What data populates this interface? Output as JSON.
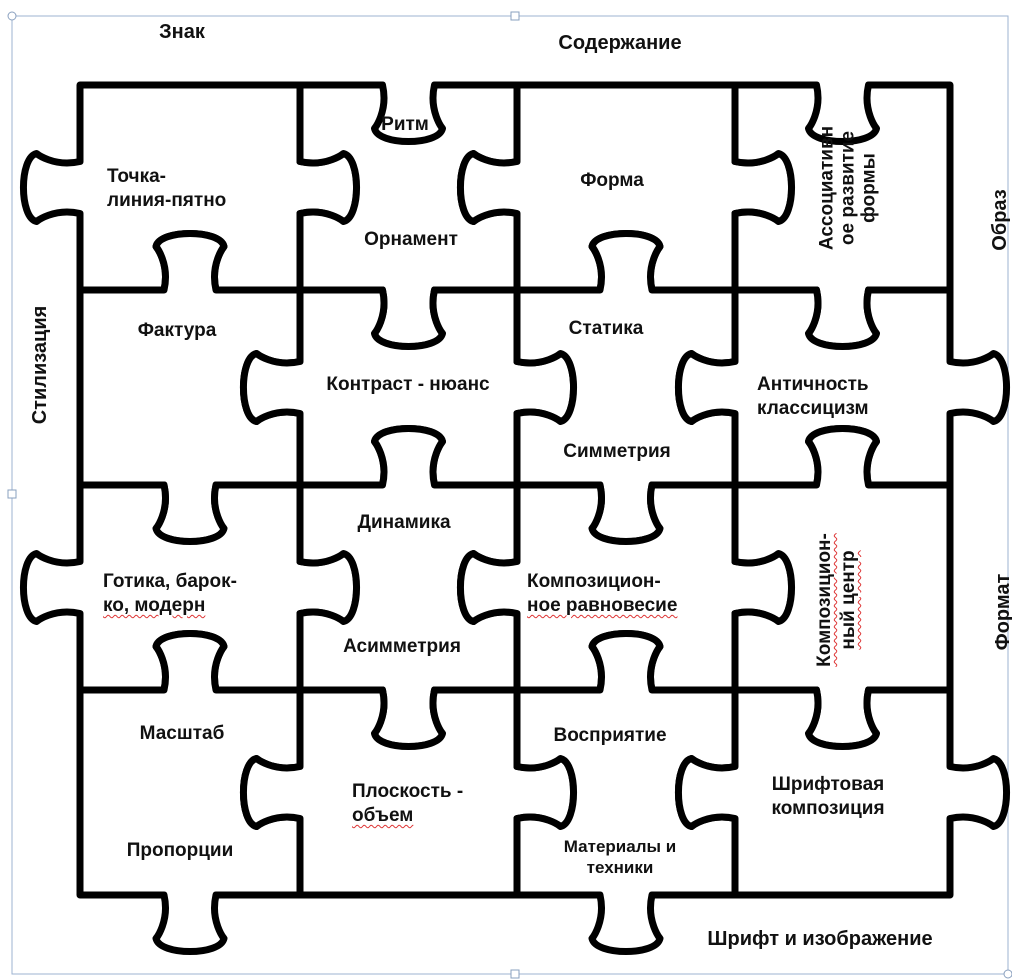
{
  "outer": {
    "znak": "Знак",
    "soderzhanie": "Содержание",
    "obraz": "Образ",
    "stilizaciya": "Стилизация",
    "format": "Формат",
    "shrift_izobrazhenie": "Шрифт и изображение"
  },
  "pieces": {
    "r1c1": [
      "Точка-",
      "линия-пятно"
    ],
    "r1c2a": "Ритм",
    "r1c2b": "Орнамент",
    "r1c3": "Форма",
    "r1c4": [
      "Ассоциативн",
      "ое развитие",
      "формы"
    ],
    "r2c1": "Фактура",
    "r2c2": "Контраст - нюанс",
    "r2c3a": "Статика",
    "r2c3b": "Симметрия",
    "r2c4": [
      "Античность",
      "классицизм"
    ],
    "r3c1": [
      "Готика, барок-",
      "ко, модерн"
    ],
    "r3c2a": "Динамика",
    "r3c2b": "Асимметрия",
    "r3c3": [
      "Композицион-",
      "ное равновесие"
    ],
    "r3c4": [
      "Композицион-",
      "ный центр"
    ],
    "r4c1a": "Масштаб",
    "r4c1b": "Пропорции",
    "r4c2": [
      "Плоскость -",
      "объем"
    ],
    "r4c3a": "Восприятие",
    "r4c3b": [
      "Материалы и",
      "техники"
    ],
    "r4c4": [
      "Шрифтовая",
      "композиция"
    ]
  },
  "colors": {
    "outline": "#000000",
    "frame": "#9db3d1",
    "spellcheck": "#d33"
  }
}
